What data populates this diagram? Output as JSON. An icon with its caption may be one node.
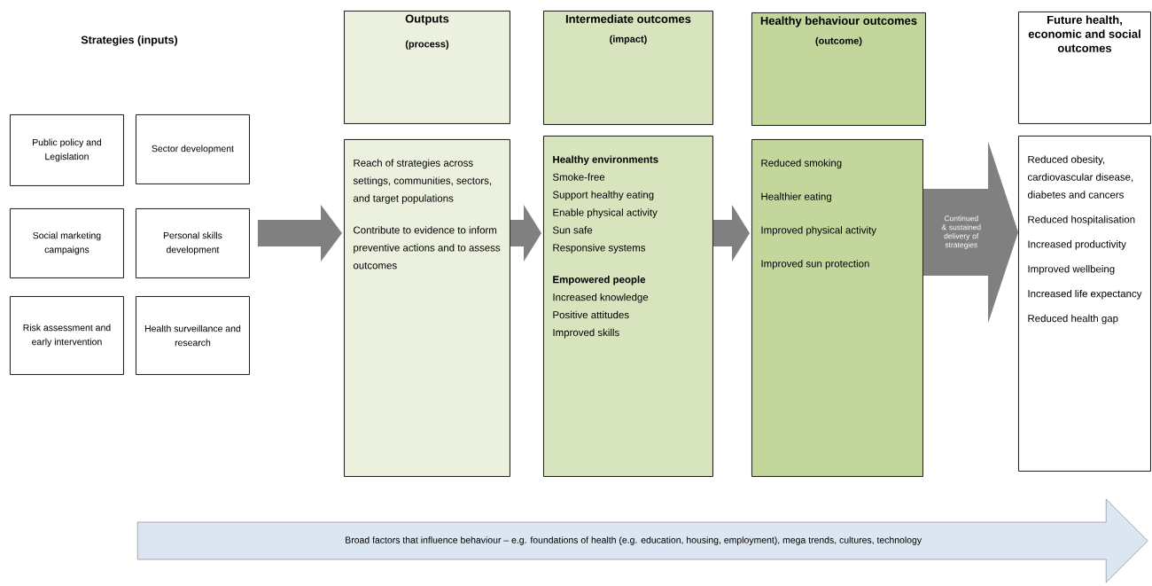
{
  "diagram": {
    "nodes": [
      {
        "text": [
          "Public policy and Legislation"
        ]
      },
      {
        "text": [
          "Sector development"
        ]
      },
      {
        "text": [
          "Social marketing campaigns"
        ]
      },
      {
        "text": [
          "Personal skills development"
        ]
      },
      {
        "text": [
          "Risk assessment and early intervention"
        ]
      },
      {
        "text": [
          "Health surveillance and research"
        ]
      },
      {
        "text": [
          "Outputs",
          "(process)"
        ]
      },
      {
        "text": [
          "Reach of strategies across settings, communities, sectors, and target populations",
          "Contribute to evidence to inform preventive actions and to assess outcomes"
        ]
      },
      {
        "text": [
          "Intermediate outcomes",
          "(impact)"
        ]
      },
      {
        "text": [
          "Healthy environments",
          "Smoke-free",
          "Support healthy eating",
          "Enable physical activity",
          "Sun safe",
          "Responsive systems",
          "Empowered people",
          "Increased knowledge",
          "Positive attitudes",
          "Improved skills"
        ]
      },
      {
        "text": [
          "Healthy behaviour outcomes",
          "(outcome)"
        ]
      },
      {
        "text": [
          "Reduced smoking",
          "Healthier eating",
          "Improved physical activity",
          "Improved sun protection"
        ]
      },
      {
        "text": [
          "Future health, economic and social outcomes"
        ]
      },
      {
        "text": [
          "Reduced obesity, cardiovascular disease, diabetes and cancers",
          "Reduced hospitalisation",
          "Increased productivity",
          "Improved wellbeing",
          "Increased life expectancy",
          "Reduced health gap"
        ]
      },
      {
        "text": [
          "Broad factors that influence behaviour – e.g. foundations of health (e.g. education, housing, employment), mega trends, cultures, technology"
        ]
      }
    ],
    "edges": [
      {
        "from": 3,
        "to": 7,
        "arrow": "to"
      },
      {
        "from": 7,
        "to": 9,
        "arrow": "to"
      },
      {
        "from": 9,
        "to": 11,
        "arrow": "to"
      },
      {
        "from": 11,
        "to": 13,
        "arrow": "to",
        "style": "thick",
        "label": "Continued & sustained delivery of strategies"
      }
    ],
    "labels": [
      "Strategies (inputs)"
    ]
  }
}
